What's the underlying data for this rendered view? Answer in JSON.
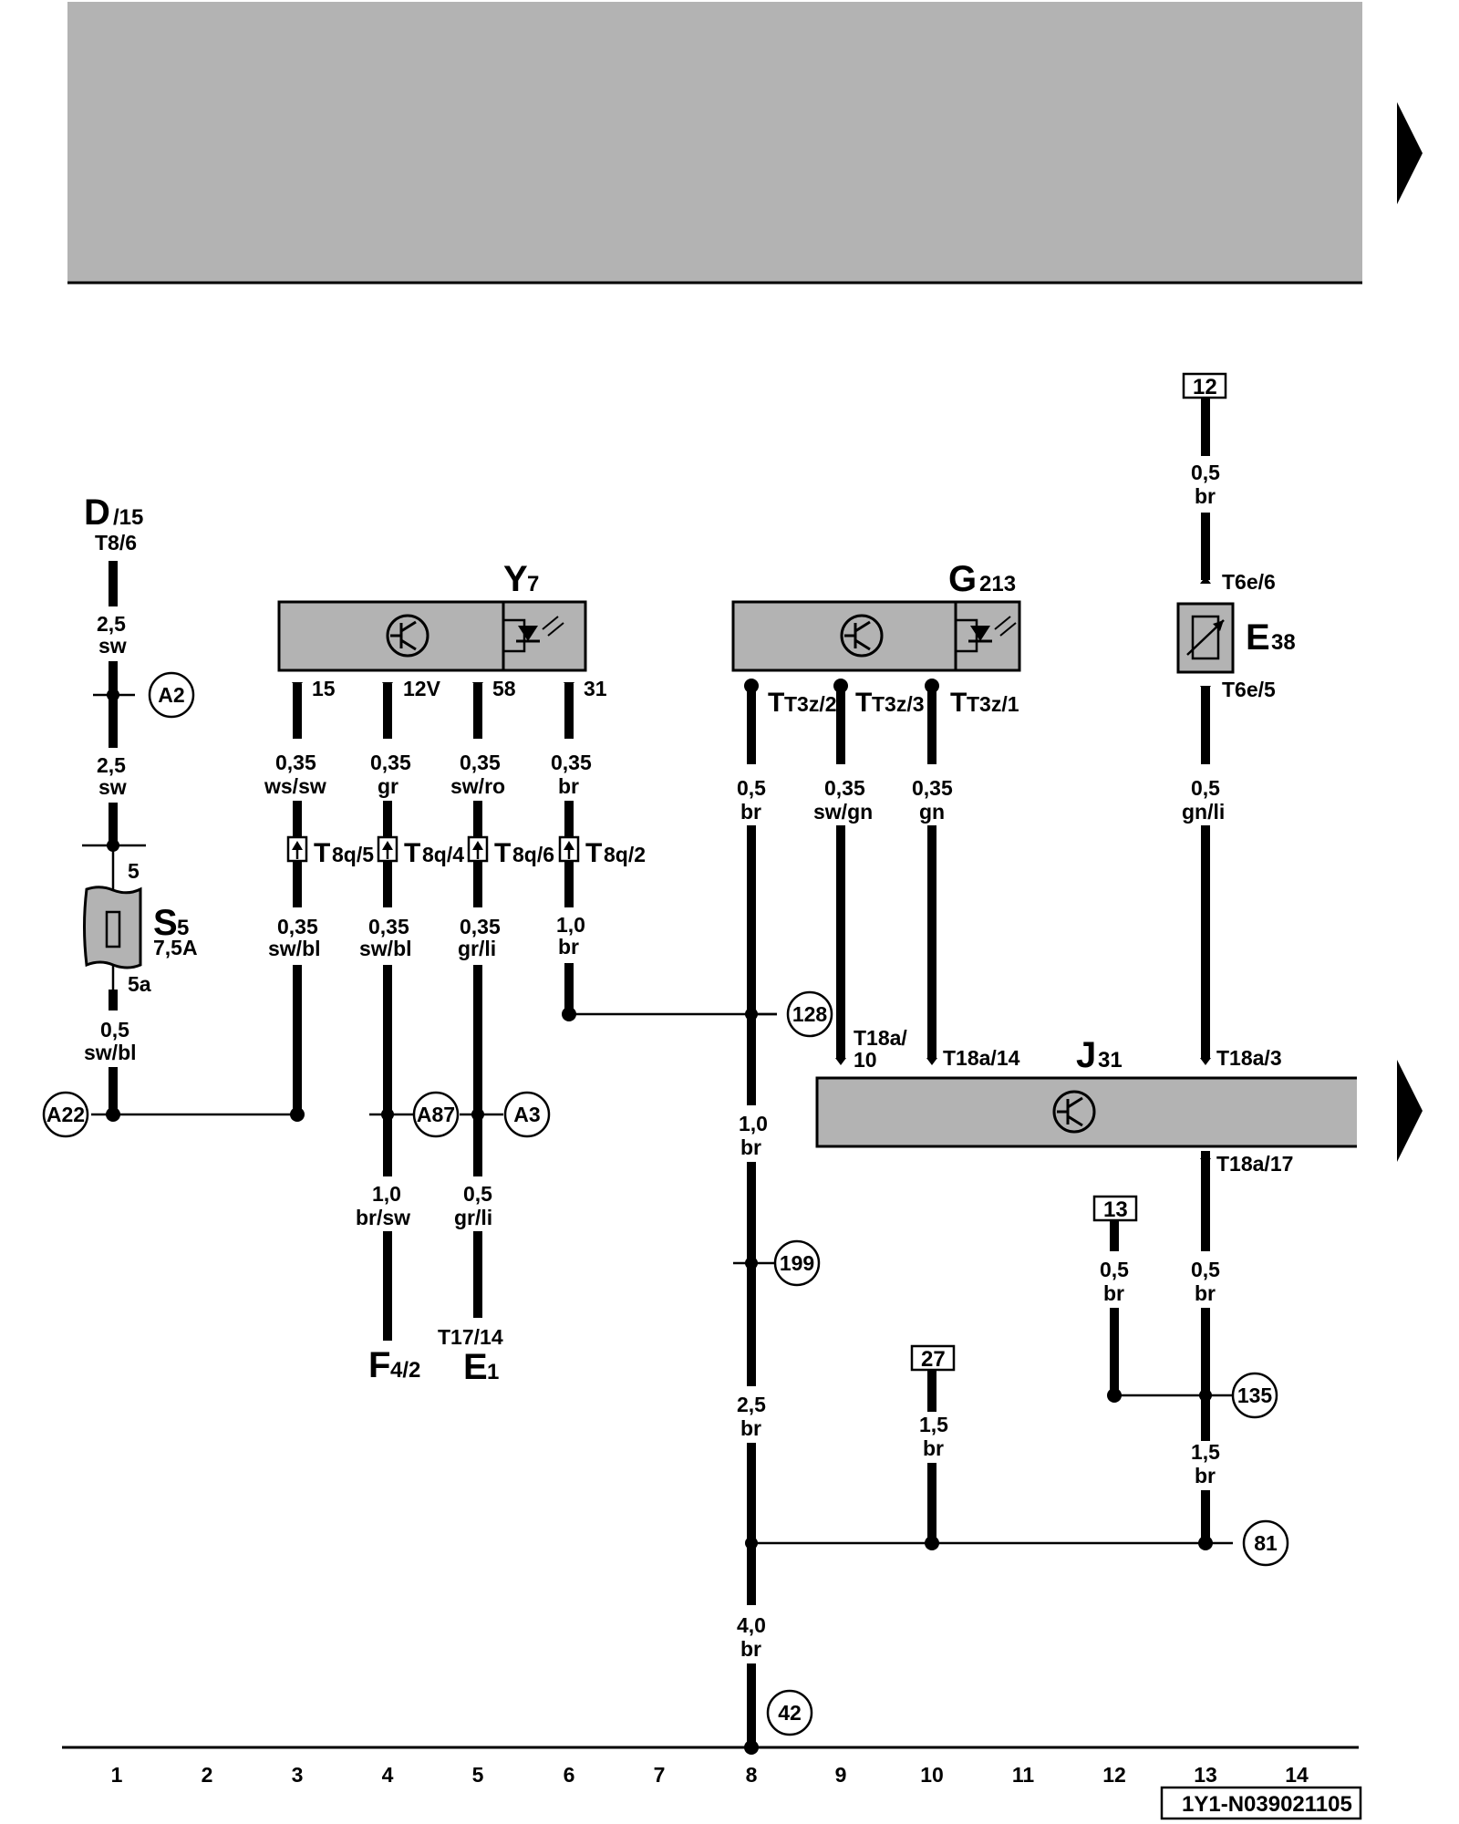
{
  "header": {
    "color": "#b3b3b3"
  },
  "components": {
    "d": {
      "name": "D",
      "sub": "/15",
      "terminal": "T8/6"
    },
    "y7": {
      "name": "Y",
      "sub": "7",
      "pins": [
        "15",
        "12V",
        "58",
        "31"
      ]
    },
    "g213": {
      "name": "G",
      "sub": "213",
      "pins": [
        "T3z/2",
        "T3z/3",
        "T3z/1"
      ]
    },
    "e38": {
      "name": "E",
      "sub": "38",
      "pin_top": "T6e/6",
      "pin_bottom": "T6e/5"
    },
    "s5": {
      "name": "S",
      "sub": "5",
      "rating": "7,5A",
      "pin_top": "5",
      "pin_bottom": "5a"
    },
    "j31": {
      "name": "J",
      "sub": "31",
      "pins": [
        "T18a/",
        "10",
        "T18a/14",
        "T18a/3",
        "T18a/17"
      ]
    },
    "f4": {
      "name": "F",
      "sub": "4/2"
    },
    "e1": {
      "name": "E",
      "sub": "1",
      "terminal": "T17/14"
    },
    "connectors": [
      {
        "name": "T",
        "sub": "8q/5"
      },
      {
        "name": "T",
        "sub": "8q/4"
      },
      {
        "name": "T",
        "sub": "8q/6"
      },
      {
        "name": "T",
        "sub": "8q/2"
      }
    ]
  },
  "wires": {
    "d_a": {
      "size": "2,5",
      "color": "sw"
    },
    "d_b": {
      "size": "2,5",
      "color": "sw"
    },
    "s5_out": {
      "size": "0,5",
      "color": "sw/bl"
    },
    "c3_top": {
      "size": "0,35",
      "color": "ws/sw"
    },
    "c3_bot": {
      "size": "0,35",
      "color": "sw/bl"
    },
    "c4_top": {
      "size": "0,35",
      "color": "gr"
    },
    "c4_bot": {
      "size": "0,35",
      "color": "sw/bl"
    },
    "c4_low": {
      "size": "1,0",
      "color": "br/sw"
    },
    "c5_top": {
      "size": "0,35",
      "color": "sw/ro"
    },
    "c5_bot": {
      "size": "0,35",
      "color": "gr/li"
    },
    "c5_low": {
      "size": "0,5",
      "color": "gr/li"
    },
    "c6_top": {
      "size": "0,35",
      "color": "br"
    },
    "c6_bot": {
      "size": "1,0",
      "color": "br"
    },
    "c8_a": {
      "size": "0,5",
      "color": "br"
    },
    "c8_b": {
      "size": "1,0",
      "color": "br"
    },
    "c8_c": {
      "size": "2,5",
      "color": "br"
    },
    "c8_d": {
      "size": "4,0",
      "color": "br"
    },
    "c9": {
      "size": "0,35",
      "color": "sw/gn"
    },
    "c10_top": {
      "size": "0,35",
      "color": "gn"
    },
    "c10_low": {
      "size": "1,5",
      "color": "br"
    },
    "c12": {
      "size": "0,5",
      "color": "br"
    },
    "c13_a": {
      "size": "0,5",
      "color": "br"
    },
    "c13_b": {
      "size": "0,5",
      "color": "gn/li"
    },
    "c13_c": {
      "size": "0,5",
      "color": "br"
    },
    "c13_d": {
      "size": "1,5",
      "color": "br"
    }
  },
  "refs": {
    "r12": "12",
    "r13": "13",
    "r27": "27"
  },
  "circles": [
    "A2",
    "A22",
    "A87",
    "A3",
    "128",
    "199",
    "135",
    "81",
    "42"
  ],
  "columns": [
    "1",
    "2",
    "3",
    "4",
    "5",
    "6",
    "7",
    "8",
    "9",
    "10",
    "11",
    "12",
    "13",
    "14"
  ],
  "footer_code": "1Y1-N039021105"
}
